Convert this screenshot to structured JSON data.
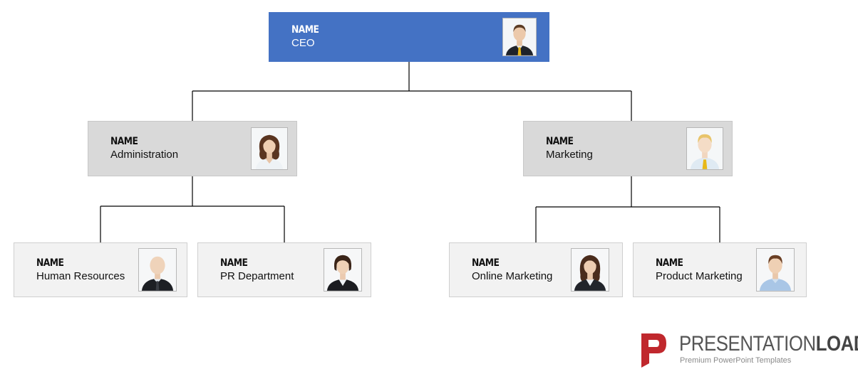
{
  "nodes": {
    "ceo": {
      "name": "NAME",
      "role": "CEO",
      "avatar": "male-suit-yellow-tie-icon"
    },
    "administration": {
      "name": "NAME",
      "role": "Administration",
      "avatar": "female-long-hair-icon"
    },
    "marketing": {
      "name": "NAME",
      "role": "Marketing",
      "avatar": "male-blond-yellow-tie-icon"
    },
    "human_resources": {
      "name": "NAME",
      "role": "Human Resources",
      "avatar": "male-bald-dark-suit-icon"
    },
    "pr_department": {
      "name": "NAME",
      "role": "PR Department",
      "avatar": "female-short-hair-blazer-icon"
    },
    "online_marketing": {
      "name": "NAME",
      "role": "Online Marketing",
      "avatar": "female-long-hair-blazer-icon"
    },
    "product_marketing": {
      "name": "NAME",
      "role": "Product Marketing",
      "avatar": "male-casual-shirt-icon"
    }
  },
  "colors": {
    "ceo_fill": "#4472c4",
    "level2_fill": "#d9d9d9",
    "level3_fill": "#f2f2f2",
    "connector": "#000000",
    "logo_red": "#c0282d"
  },
  "logo": {
    "word_regular": "PRESENTATION",
    "word_bold": "LOAD",
    "registered": "®",
    "tagline": "Premium PowerPoint Templates"
  }
}
